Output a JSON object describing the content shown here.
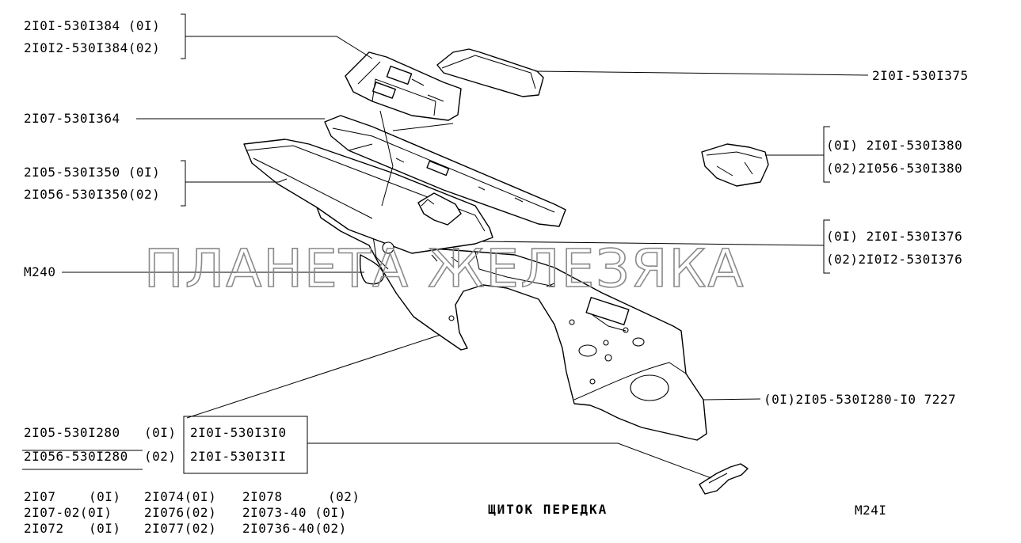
{
  "labels": {
    "l1": "2I0I-530I384 (0I)",
    "l2": "2I0I2-530I384(02)",
    "l3": "2I07-530I364",
    "l4": "2I05-530I350 (0I)",
    "l5": "2I056-530I350(02)",
    "l6": "M240",
    "r1": "2I0I-530I375",
    "r2": "(0I) 2I0I-530I380",
    "r3": "(02)2I056-530I380",
    "r4": "(0I) 2I0I-530I376",
    "r5": "(02)2I0I2-530I376",
    "r6": "(0I)2I05-530I280-I0 7227",
    "b1a": "2I05-530I280",
    "b1b": "(0I)",
    "b2a": "2I056-530I280",
    "b2b": "(02)",
    "box1": "2I0I-530I3I0",
    "box2": "2I0I-530I3II"
  },
  "models": [
    [
      "2I07",
      "(0I)",
      "2I074(0I)",
      "2I078",
      "(02)"
    ],
    [
      "2I07-02(0I)",
      "",
      "2I076(02)",
      "2I073-40 (0I)",
      ""
    ],
    [
      "2I072",
      "(0I)",
      "2I077(02)",
      "2I0736-40(02)",
      ""
    ]
  ],
  "title": "ЩИТОК  ПЕРЕДКА",
  "page_code": "M24I",
  "watermark": "ПЛАНЕТА ЖЕЛЕЗЯКА"
}
